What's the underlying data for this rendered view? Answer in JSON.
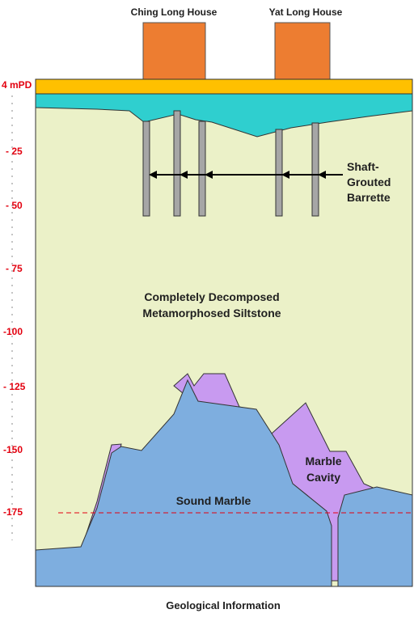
{
  "houses": [
    {
      "name": "Ching Long House",
      "color": "#ed7d31"
    },
    {
      "name": "Yat Long House",
      "color": "#ed7d31"
    }
  ],
  "elevation_labels": [
    "4 mPD",
    "- 25",
    "- 50",
    "- 75",
    "-100",
    "- 125",
    "-150",
    "-175"
  ],
  "layers": {
    "siltstone": {
      "line1": "Completely Decomposed",
      "line2": "Metamorphosed Siltstone",
      "color": "#ebf1c8"
    },
    "marble": {
      "label": "Sound Marble",
      "color": "#7eaedf"
    },
    "cavity": {
      "line1": "Marble",
      "line2": "Cavity",
      "color": "#c89af0"
    },
    "surface_color": "#ffc000",
    "fill_color": "#2fcfcf"
  },
  "barrette": {
    "line1": "Shaft-",
    "line2": "Grouted",
    "line3": "Barrette",
    "color": "#a6a6a6"
  },
  "caption": "Geological Information",
  "colors": {
    "elevation_red": "#e3000f"
  }
}
